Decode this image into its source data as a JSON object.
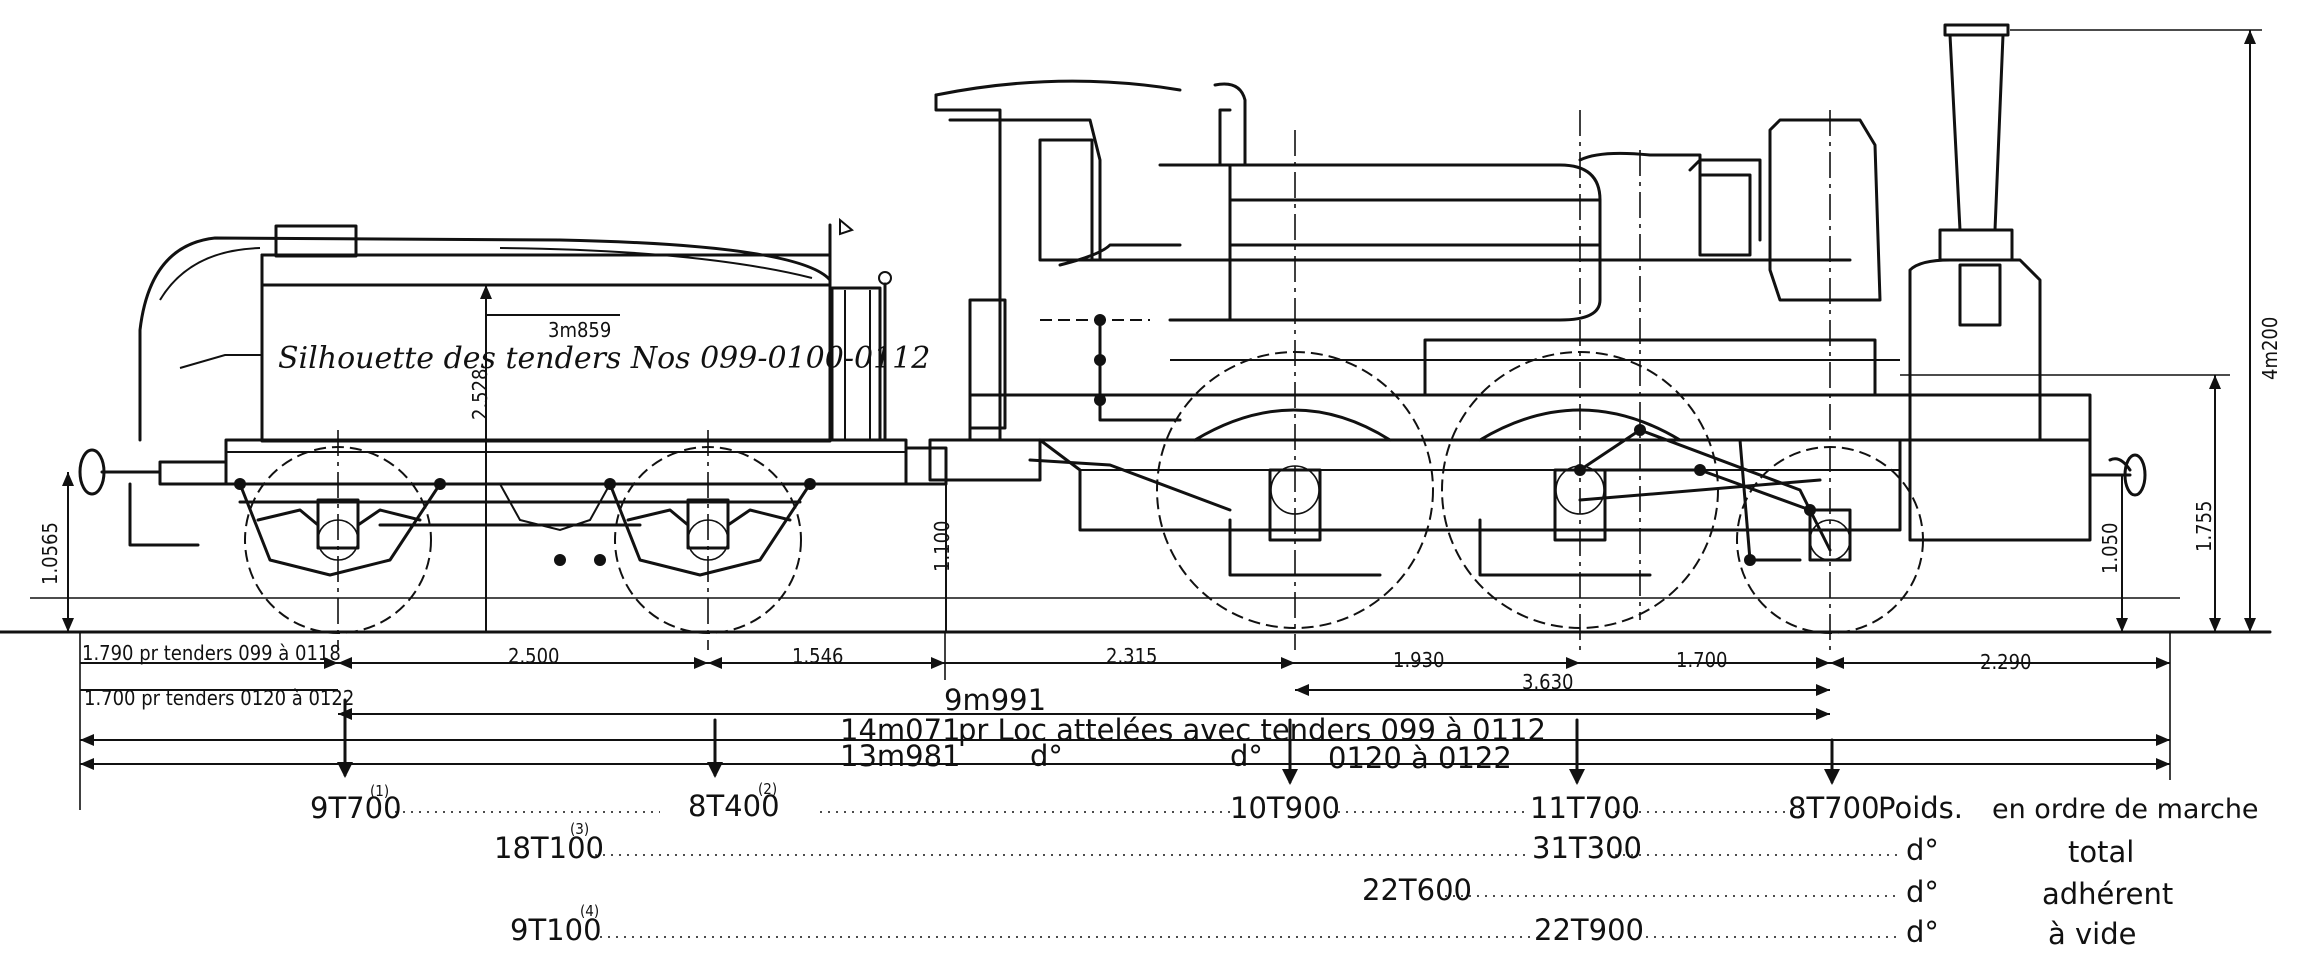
{
  "title": "Silhouette des tenders Nos 099-0100-0112",
  "dimensions": {
    "tender_tank_length": "3m859",
    "tender_tank_height": "2.528",
    "tender_buffer_height": "1.0565",
    "tender_drawbar_height": "1.100",
    "front_buffer_height": "1.050",
    "platform_height": "1.755",
    "chimney_height": "4m200",
    "tender_overhang_a": "1.790 pr tenders 099 à 0118",
    "tender_overhang_b": "1.700 pr tenders 0120 à 0122",
    "tender_wheelbase": "2.500",
    "tender_to_engine": "1.546",
    "engine_rear_to_driving": "2.315",
    "driving_to_coupled": "1.930",
    "coupled_to_front": "1.700",
    "front_overhang": "2.290",
    "engine_wheelbase": "3.630",
    "total_wheelbase": "9m991",
    "length_a_value": "14m071",
    "length_a_label": "pr Loc attelées avec tenders 099 à 0112",
    "length_b_value": "13m981",
    "length_b_ditto": "d°",
    "length_b_ditto2": "d°",
    "length_b_label": "0120 à 0122"
  },
  "weights": {
    "tender_rear": "9T700",
    "tender_rear_note": "(1)",
    "tender_front": "8T400",
    "tender_front_note": "(2)",
    "engine_rear": "10T900",
    "engine_middle": "11T700",
    "engine_front": "8T700",
    "tender_total": "18T100",
    "tender_total_note": "(3)",
    "tender_empty": "9T100",
    "tender_empty_note": "(4)",
    "engine_total": "31T300",
    "engine_adhesive": "22T600",
    "engine_empty": "22T900",
    "row_label_1": "Poids.",
    "row_label_1b": "en ordre de marche",
    "row_label_2_ditto": "d°",
    "row_label_2": "total",
    "row_label_3_ditto": "d°",
    "row_label_3": "adhérent",
    "row_label_4_ditto": "d°",
    "row_label_4": "à vide"
  }
}
